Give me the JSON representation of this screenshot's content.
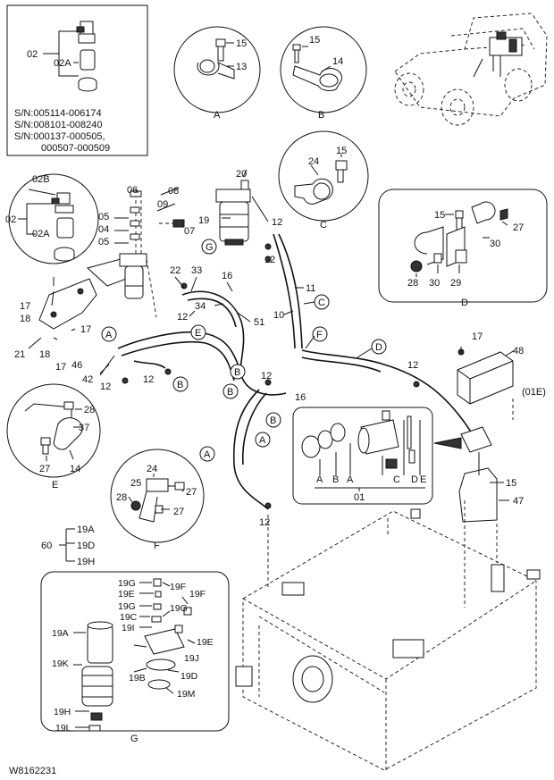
{
  "figure_code": "W8162231",
  "serial_box": {
    "callouts": [
      "02",
      "02A"
    ],
    "serial_lines": [
      "S/N:005114-006174",
      "S/N:008101-008240",
      "S/N:000137-000505,",
      "000507-000509"
    ]
  },
  "callouts": {
    "c15a": "15",
    "c13": "13",
    "c15b": "15",
    "c14": "14",
    "c24": "24",
    "c15c": "15",
    "c20": "20",
    "c19": "19",
    "c12a": "12",
    "c12b": "12",
    "c06": "06",
    "c08": "08",
    "c09": "09",
    "c05a": "05",
    "c04": "04",
    "c05b": "05",
    "c07": "07",
    "c02b": "02B",
    "c02": "02",
    "c02a": "02A",
    "c15d": "15",
    "c27a": "27",
    "c30a": "30",
    "c28a": "28",
    "c30b": "30",
    "c29": "29",
    "c22": "22",
    "c33": "33",
    "c16a": "16",
    "c11": "11",
    "c10": "10",
    "c34": "34",
    "c12c": "12",
    "c51": "51",
    "c17a": "17",
    "c18a": "18",
    "c17b": "17",
    "c21": "21",
    "c18b": "18",
    "c17c": "17",
    "c46": "46",
    "c42": "42",
    "c12d": "12",
    "c12e": "12",
    "c12f": "12",
    "c16b": "16",
    "c17d": "17",
    "c48": "48",
    "c12g": "12",
    "c01e": "(01E)",
    "c28b": "28",
    "c37": "37",
    "c27b": "27",
    "c14b": "14",
    "c24b": "24",
    "c25": "25",
    "c28c": "28",
    "c27c": "27",
    "c27d": "27",
    "c01": "01",
    "c15e": "15",
    "c47": "47",
    "c12h": "12",
    "c19a": "19A",
    "c60": "60",
    "c19d": "19D",
    "c19h": "19H",
    "c19g1": "19G",
    "c19f1": "19F",
    "c19e1": "19E",
    "c19f2": "19F",
    "c19g2": "19G",
    "c19g3": "19G",
    "c19c": "19C",
    "c19i": "19I",
    "c19e2": "19E",
    "c19a2": "19A",
    "c19k": "19K",
    "c19j": "19J",
    "c19b": "19B",
    "c19d2": "19D",
    "c19m": "19M",
    "c19h2": "19H",
    "c19l": "19L"
  },
  "detail_labels": {
    "A": "A",
    "B": "B",
    "C": "C",
    "D": "D",
    "E": "E",
    "F": "F",
    "G": "G"
  },
  "kit_letters": [
    "A",
    "B",
    "A",
    "C",
    "D",
    "E"
  ],
  "tags": [
    "A",
    "B",
    "C",
    "D",
    "E",
    "F",
    "G"
  ]
}
